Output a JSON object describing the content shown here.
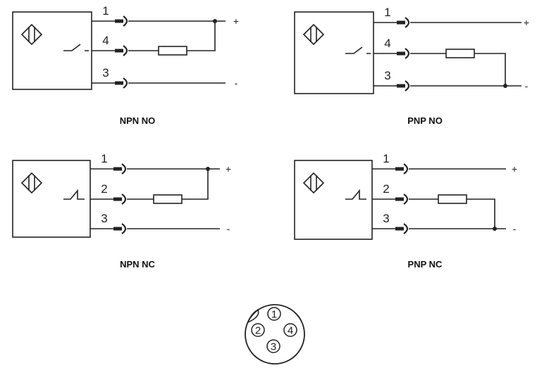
{
  "diagrams": [
    {
      "caption": "NPN NO",
      "pins": [
        "1",
        "4",
        "3"
      ],
      "switch": "NO",
      "load_to": "+",
      "supply": [
        "+",
        "-"
      ]
    },
    {
      "caption": "PNP NO",
      "pins": [
        "1",
        "4",
        "3"
      ],
      "switch": "NO",
      "load_to": "-",
      "supply": [
        "+",
        "-"
      ]
    },
    {
      "caption": "NPN NC",
      "pins": [
        "1",
        "2",
        "3"
      ],
      "switch": "NC",
      "load_to": "+",
      "supply": [
        "+",
        "-"
      ]
    },
    {
      "caption": "PNP NC",
      "pins": [
        "1",
        "2",
        "3"
      ],
      "switch": "NC",
      "load_to": "-",
      "supply": [
        "+",
        "-"
      ]
    }
  ],
  "connector": {
    "pins": [
      "1",
      "2",
      "3",
      "4"
    ]
  },
  "colors": {
    "line": "#222222"
  }
}
